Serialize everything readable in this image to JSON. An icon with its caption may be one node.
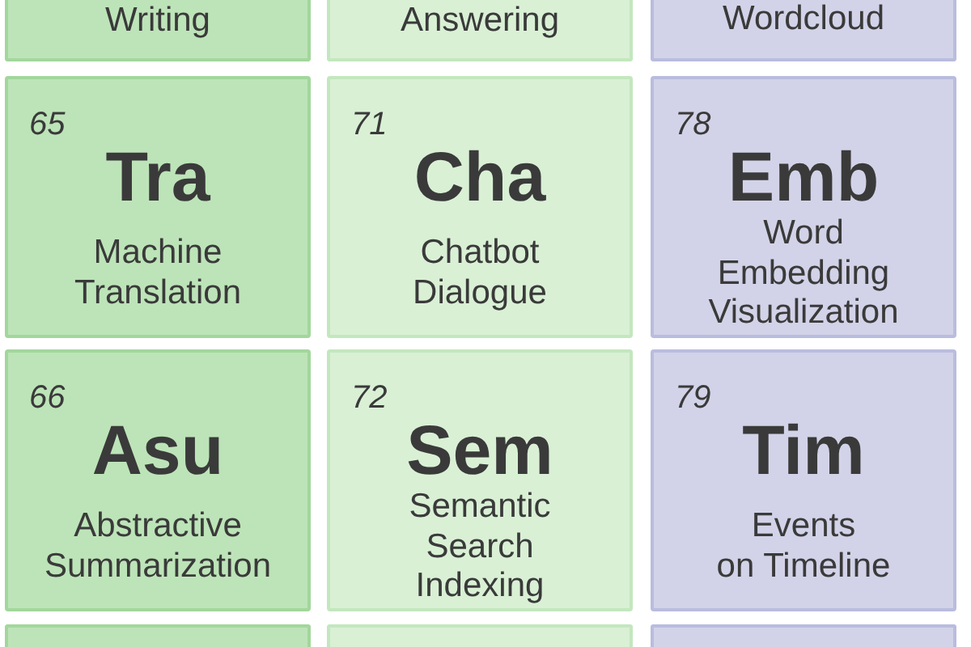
{
  "diagram": {
    "nodes": [
      {
        "text": [
          "Writing"
        ]
      },
      {
        "text": [
          "Answering"
        ]
      },
      {
        "text": [
          "Wordcloud"
        ]
      },
      {
        "text": [
          "65",
          "Tra",
          "Machine Translation"
        ]
      },
      {
        "text": [
          "71",
          "Cha",
          "Chatbot Dialogue"
        ]
      },
      {
        "text": [
          "78",
          "Emb",
          "Word Embedding Visualization"
        ]
      },
      {
        "text": [
          "66",
          "Asu",
          "Abstractive Summarization"
        ]
      },
      {
        "text": [
          "72",
          "Sem",
          "Semantic Search Indexing"
        ]
      },
      {
        "text": [
          "79",
          "Tim",
          "Events on Timeline"
        ]
      },
      {
        "text": [],
        "shape": "box"
      },
      {
        "text": [],
        "shape": "box"
      },
      {
        "text": [],
        "shape": "box"
      }
    ]
  }
}
